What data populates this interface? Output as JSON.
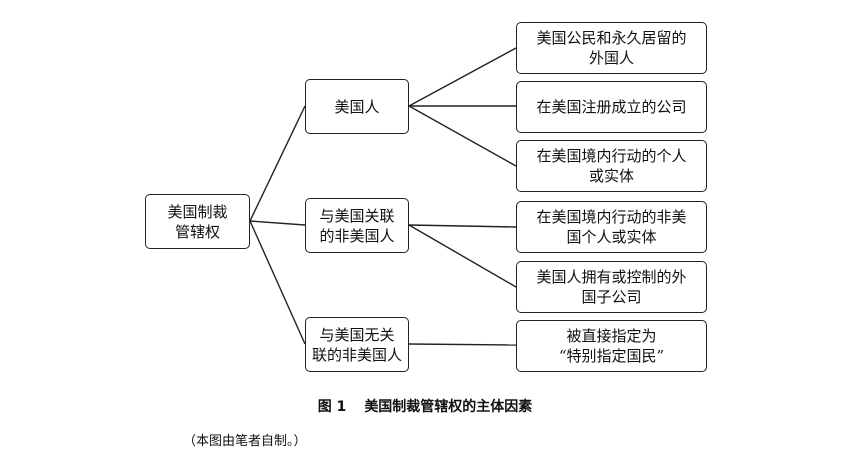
{
  "diagram": {
    "root": "美国制裁\n管辖权",
    "categories": [
      {
        "label": "美国人",
        "children": [
          "美国公民和永久居留的\n外国人",
          "在美国注册成立的公司",
          "在美国境内行动的个人\n或实体"
        ]
      },
      {
        "label": "与美国关联\n的非美国人",
        "children": [
          "在美国境内行动的非美\n国个人或实体",
          "美国人拥有或控制的外\n国子公司"
        ]
      },
      {
        "label": "与美国无关\n联的非美国人",
        "children": [
          "被直接指定为\n“特别指定国民”"
        ]
      }
    ]
  },
  "figure": {
    "number": "图 1",
    "title": "美国制裁管辖权的主体因素",
    "note": "（本图由笔者自制。）"
  }
}
